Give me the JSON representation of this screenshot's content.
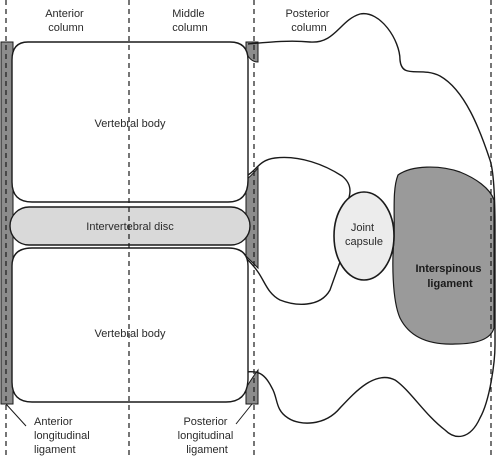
{
  "columns": {
    "anterior": [
      "Anterior",
      "column"
    ],
    "middle": [
      "Middle",
      "column"
    ],
    "posterior": [
      "Posterior",
      "column"
    ]
  },
  "labels": {
    "upper_body": "Vertebral body",
    "disc": "Intervertebral disc",
    "lower_body": "Vertebral body",
    "joint_capsule": [
      "Joint",
      "capsule"
    ],
    "interspinous": [
      "Interspinous",
      "ligament"
    ],
    "anterior_ligament": [
      "Anterior",
      "longitudinal",
      "ligament"
    ],
    "posterior_ligament": [
      "Posterior",
      "longitudinal",
      "ligament"
    ]
  },
  "colors": {
    "stroke": "#1a1a1a",
    "disc_fill": "#d9d9d9",
    "ligament_fill": "#8c8c8c",
    "interspinous_fill": "#9a9a9a",
    "capsule_fill": "#ececec"
  }
}
